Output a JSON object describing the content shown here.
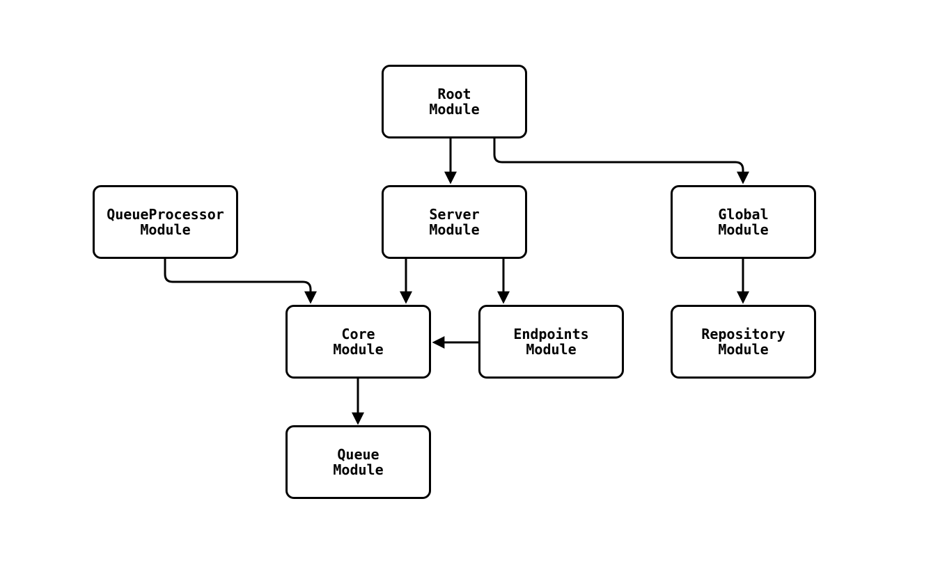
{
  "diagram": {
    "type": "module-dependency-flowchart",
    "nodes": [
      {
        "id": "root",
        "line1": "Root",
        "line2": "Module"
      },
      {
        "id": "queue-processor",
        "line1": "QueueProcessor",
        "line2": "Module"
      },
      {
        "id": "server",
        "line1": "Server",
        "line2": "Module"
      },
      {
        "id": "global",
        "line1": "Global",
        "line2": "Module"
      },
      {
        "id": "core",
        "line1": "Core",
        "line2": "Module"
      },
      {
        "id": "endpoints",
        "line1": "Endpoints",
        "line2": "Module"
      },
      {
        "id": "repository",
        "line1": "Repository",
        "line2": "Module"
      },
      {
        "id": "queue",
        "line1": "Queue",
        "line2": "Module"
      }
    ],
    "edges": [
      {
        "from": "root",
        "to": "server"
      },
      {
        "from": "root",
        "to": "global"
      },
      {
        "from": "queue-processor",
        "to": "core"
      },
      {
        "from": "server",
        "to": "core"
      },
      {
        "from": "server",
        "to": "endpoints"
      },
      {
        "from": "endpoints",
        "to": "core"
      },
      {
        "from": "global",
        "to": "repository"
      },
      {
        "from": "core",
        "to": "queue"
      }
    ],
    "colors": {
      "background": "#ffffff",
      "node_fill": "#ffffff",
      "node_border": "#000000",
      "edge": "#000000",
      "text": "#000000"
    }
  }
}
